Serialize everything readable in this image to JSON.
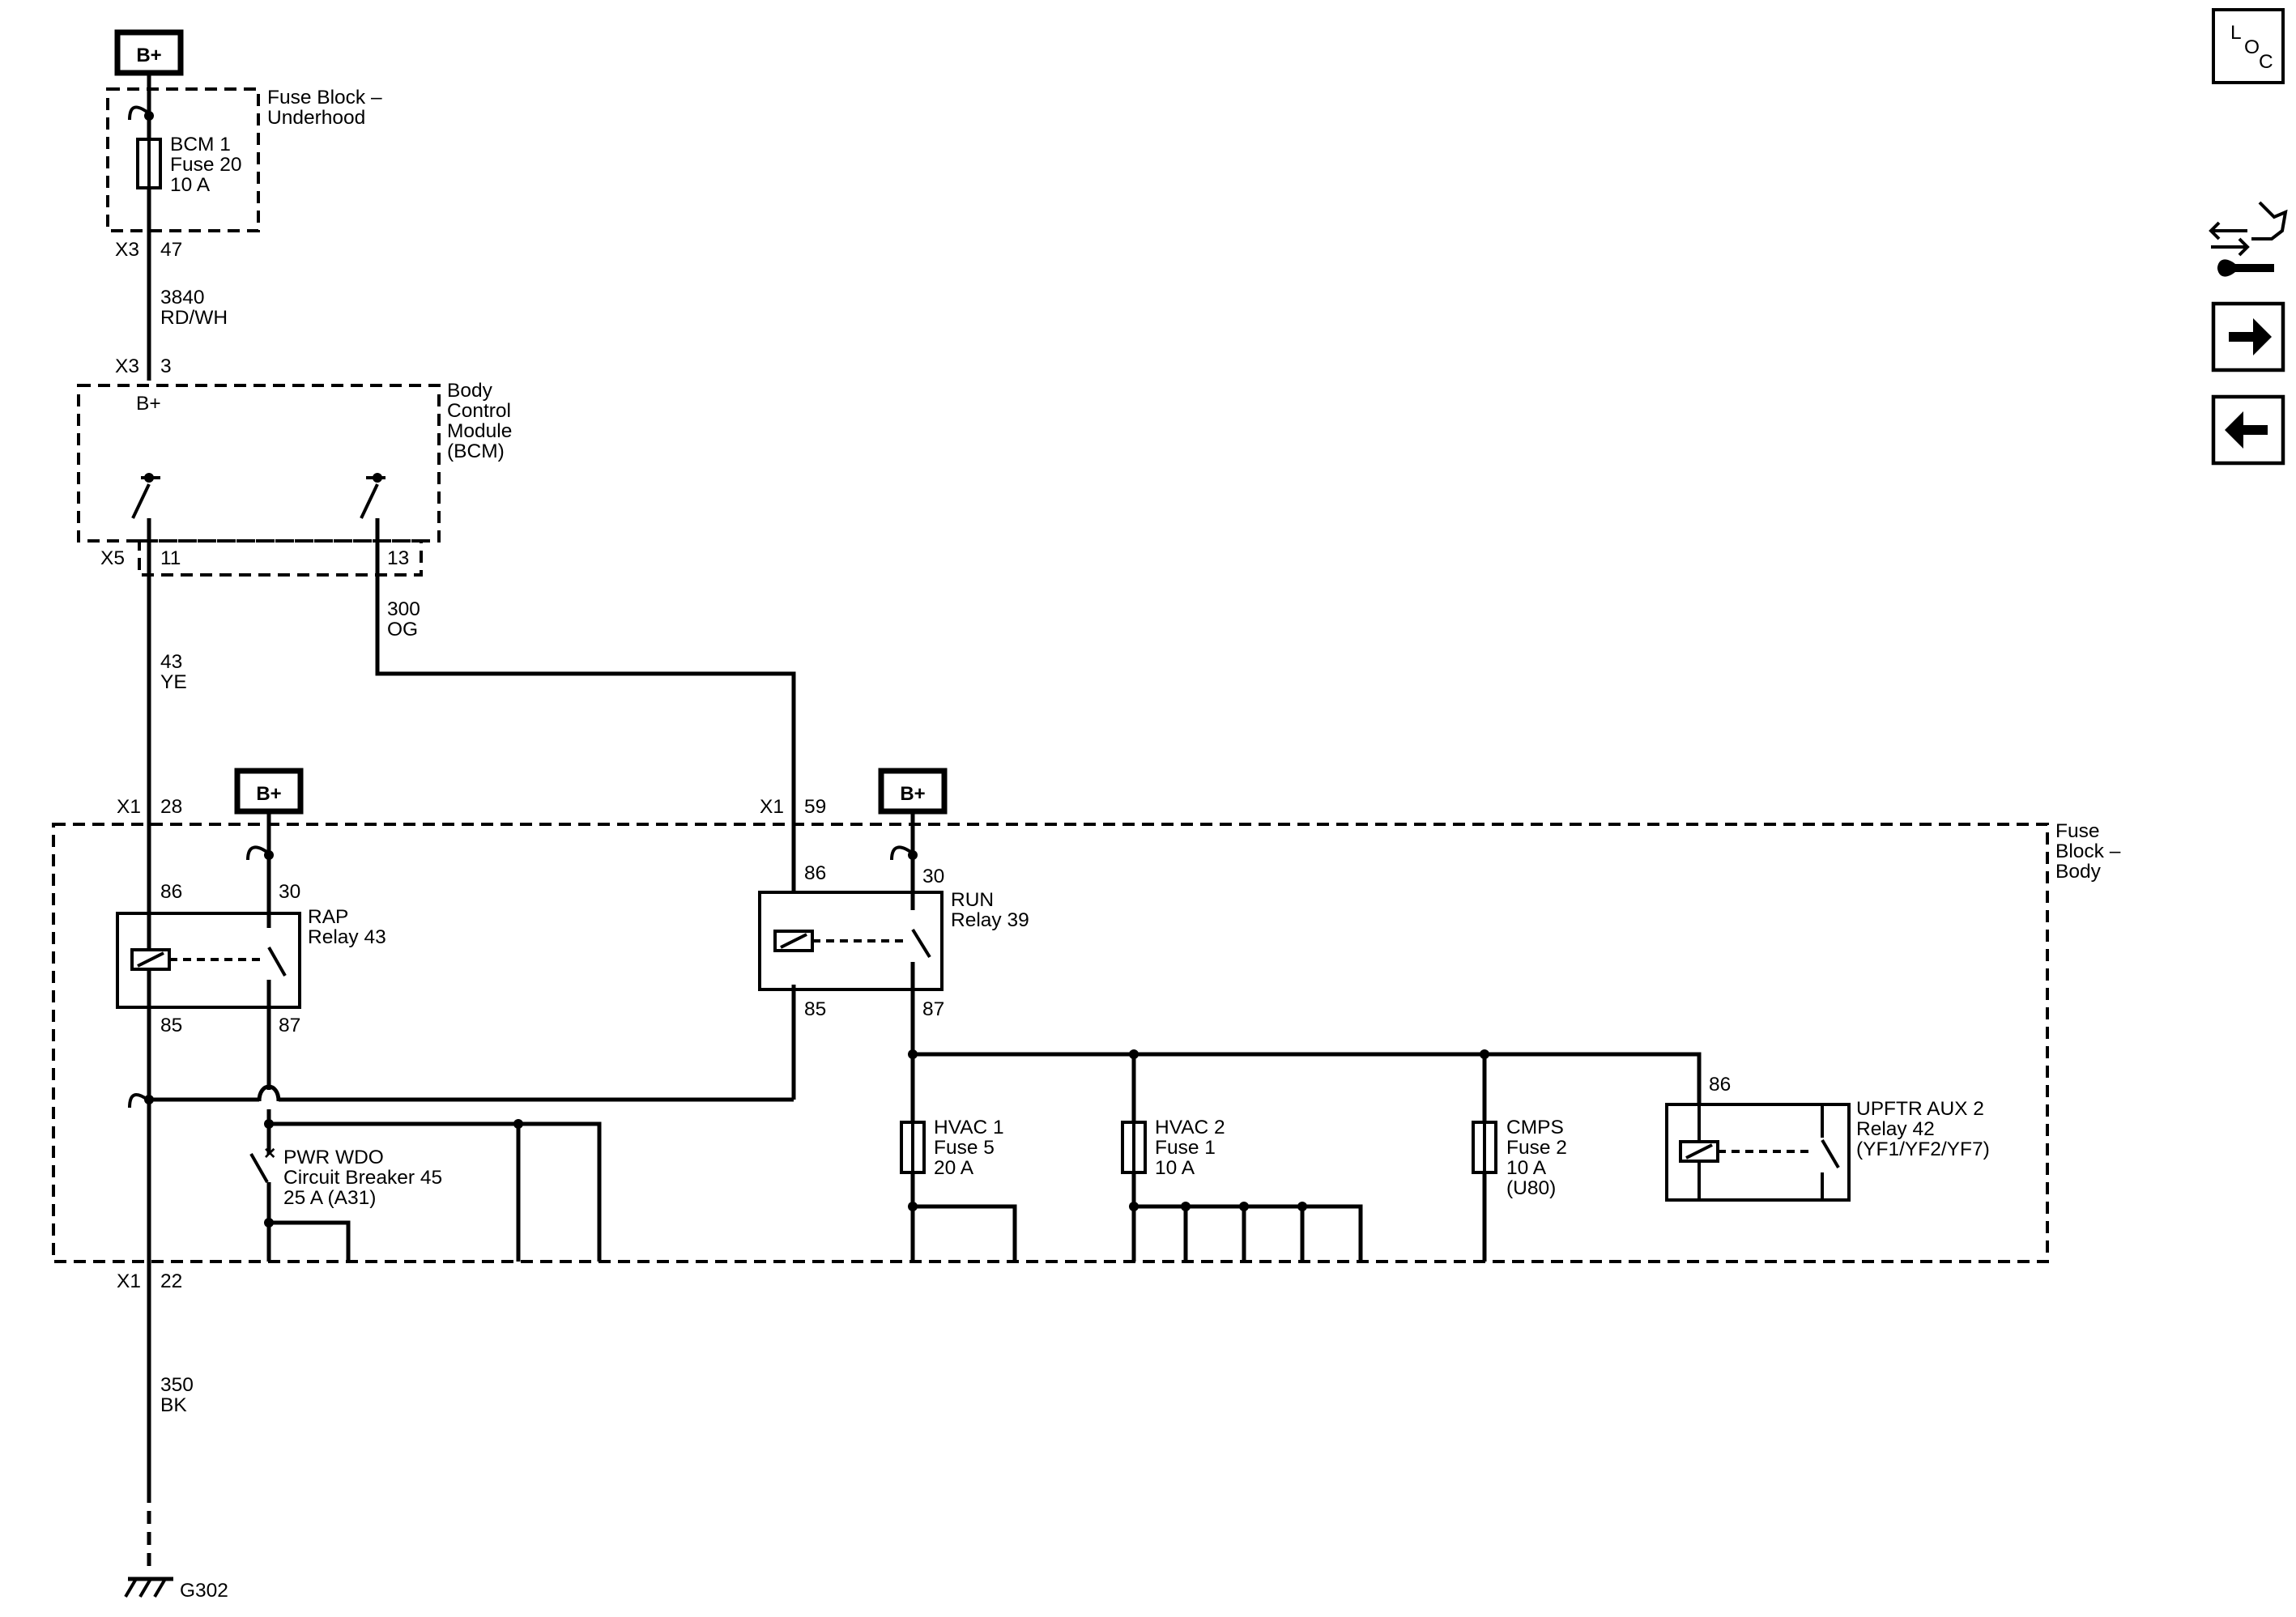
{
  "power_source": "B+",
  "fuse_block_underhood": {
    "name": "Fuse Block –\nUnderhood",
    "fuse": "BCM 1\nFuse 20\n10 A",
    "connector": "X3",
    "pin": "47"
  },
  "wire_3840": {
    "circuit": "3840",
    "color": "RD/WH"
  },
  "bcm": {
    "name": "Body\nControl\nModule\n(BCM)",
    "input_connector": "X3",
    "input_pin": "3",
    "input_label": "B+",
    "output_connector": "X5",
    "pin_a": "11",
    "pin_b": "13"
  },
  "wire_43": {
    "circuit": "43",
    "color": "YE"
  },
  "wire_300": {
    "circuit": "300",
    "color": "OG"
  },
  "wire_350": {
    "circuit": "350",
    "color": "BK"
  },
  "fuse_block_body": {
    "name": "Fuse\nBlock –\nBody",
    "conn_x1_a": "X1",
    "pin_28": "28",
    "conn_x1_b": "X1",
    "pin_59": "59",
    "conn_x1_c": "X1",
    "pin_22": "22"
  },
  "rap_relay": {
    "name": "RAP\nRelay 43",
    "pin86": "86",
    "pin30": "30",
    "pin85": "85",
    "pin87": "87"
  },
  "run_relay": {
    "name": "RUN\nRelay 39",
    "pin86": "86",
    "pin30": "30",
    "pin85": "85",
    "pin87": "87"
  },
  "circuit_breaker": {
    "name": "PWR WDO\nCircuit Breaker 45\n25 A (A31)"
  },
  "fuse_hvac1": {
    "name": "HVAC 1\nFuse 5\n20 A"
  },
  "fuse_hvac2": {
    "name": "HVAC 2\nFuse 1\n10 A"
  },
  "fuse_cmps": {
    "name": "CMPS\nFuse 2\n10 A\n(U80)"
  },
  "upftr_relay": {
    "name": "UPFTR AUX 2\nRelay 42\n(YF1/YF2/YF7)",
    "pin86": "86"
  },
  "ground": {
    "name": "G302"
  },
  "nav": {
    "loc_l": "L",
    "loc_o": "O",
    "loc_c": "C"
  }
}
